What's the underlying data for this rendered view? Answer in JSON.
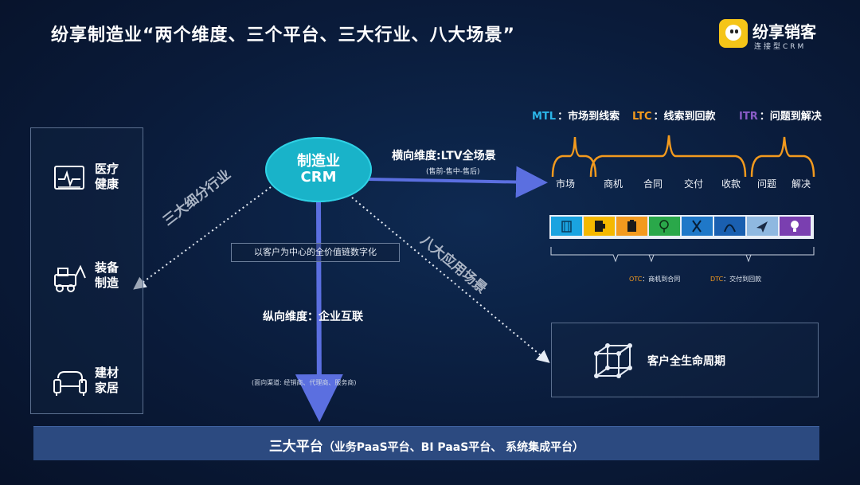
{
  "title": "纷享制造业“两个维度、三个平台、三大行业、八大场景”",
  "logo": {
    "name": "纷享销客",
    "tagline": "连接型CRM",
    "brand_color": "#f5c518"
  },
  "industries": [
    {
      "label": "医疗健康",
      "icon": "medical-monitor-icon"
    },
    {
      "label": "装备制造",
      "icon": "excavator-icon"
    },
    {
      "label": "建材家居",
      "icon": "sofa-icon"
    }
  ],
  "industry_dimension_label": "三大细分行业",
  "center_node": {
    "line1": "制造业",
    "line2": "CRM",
    "color": "#19b3c9"
  },
  "horizontal_dimension": {
    "label": "横向维度:LTV全场景",
    "sub": "(售前-售中-售后)"
  },
  "value_chain_label": "以客户为中心的全价值链数字化",
  "vertical_dimension": {
    "label": "纵向维度：企业互联",
    "channel_note": "(面向渠道: 经销商、代理商、服务商)"
  },
  "scenario_label": "八大应用场景",
  "process_legend": [
    {
      "key": "MTL",
      "desc": "：市场到线索",
      "color": "#2bb5e8"
    },
    {
      "key": "LTC",
      "desc": "：线索到回款",
      "color": "#f39a1e"
    },
    {
      "key": "ITR",
      "desc": "：问题到解决",
      "color": "#8a5cc7"
    }
  ],
  "stages": [
    "市场",
    "商机",
    "合同",
    "交付",
    "收款",
    "问题",
    "解决"
  ],
  "icon_strip": [
    {
      "icon": "suitcase-icon",
      "color": "#1aa3e0"
    },
    {
      "icon": "document-icon",
      "color": "#f5b800"
    },
    {
      "icon": "clipboard-icon",
      "color": "#f39a1e"
    },
    {
      "icon": "lightbulb-icon",
      "color": "#2aa84a"
    },
    {
      "icon": "handshake-icon",
      "color": "#1f78c8"
    },
    {
      "icon": "chart-icon",
      "color": "#1a5fb0"
    },
    {
      "icon": "send-icon",
      "color": "#8fb8e0"
    },
    {
      "icon": "idea-icon",
      "color": "#7a3fb0"
    }
  ],
  "sub_processes": [
    {
      "key": "OTC",
      "desc": "：商机到合同",
      "color": "#f39a1e"
    },
    {
      "key": "DTC",
      "desc": "：交付到回款",
      "color": "#f39a1e"
    }
  ],
  "lifecycle": {
    "label": "客户全生命周期",
    "icon": "cube-icon"
  },
  "platform": {
    "main": "三大平台",
    "detail": "（业务PaaS平台、BI PaaS平台、 系统集成平台）"
  },
  "arrow_color": "#5b6fe0"
}
